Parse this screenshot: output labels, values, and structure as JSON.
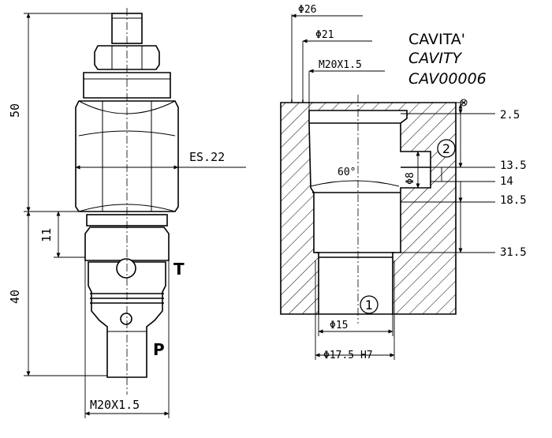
{
  "title": {
    "line1": "CAVITA'",
    "line2": "CAVITY",
    "line3": "CAV00006"
  },
  "valve_dims": {
    "height_upper": "50",
    "height_lower": "40",
    "step": "11",
    "hex": "ES.22",
    "thread": "M20X1.5",
    "port_t": "T",
    "port_p": "P"
  },
  "cavity_dims": {
    "d_outer": "Φ26",
    "d_inner": "Φ21",
    "thread": "M20X1.5",
    "angle": "60°",
    "d8": "Φ8",
    "d15": "Φ15",
    "d175": "Φ17.5 H7",
    "depths": [
      "2.5",
      "13.5",
      "14",
      "18.5",
      "31.5"
    ],
    "port1": "1",
    "port2": "2"
  }
}
